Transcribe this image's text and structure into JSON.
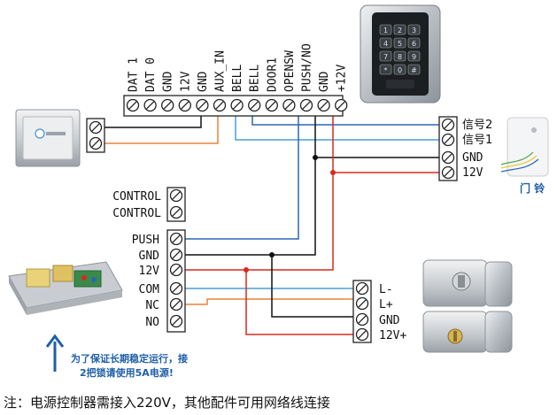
{
  "controller_terminals": [
    "DAT 1",
    "DAT 0",
    "GND",
    "12V",
    "GND",
    "AUX_IN",
    "BELL",
    "BELL",
    "DOOR1",
    "OPENSW",
    "PUSH/NO",
    "GND",
    "+12V"
  ],
  "doorbell_terminals": [
    "信号2",
    "信号1",
    "GND",
    "12V"
  ],
  "doorbell_label": "门 铃",
  "control_terminals": [
    "CONTROL",
    "CONTROL"
  ],
  "power_terminals": [
    "PUSH",
    "GND",
    "12V",
    "COM",
    "NC",
    "NO"
  ],
  "lock_terminals": [
    "L-",
    "L+",
    "GND",
    "12V+"
  ],
  "hint_text": [
    "为了保证长期稳定运行，接",
    "2把锁请使用5A电源!"
  ],
  "note_text": "注：电源控制器需接入220V，其他配件可用网络线连接",
  "colors": {
    "blue": "#2b67b8",
    "red": "#d62a1e",
    "orange": "#e8843a",
    "light_blue": "#4a9fd8",
    "black": "#111111"
  }
}
